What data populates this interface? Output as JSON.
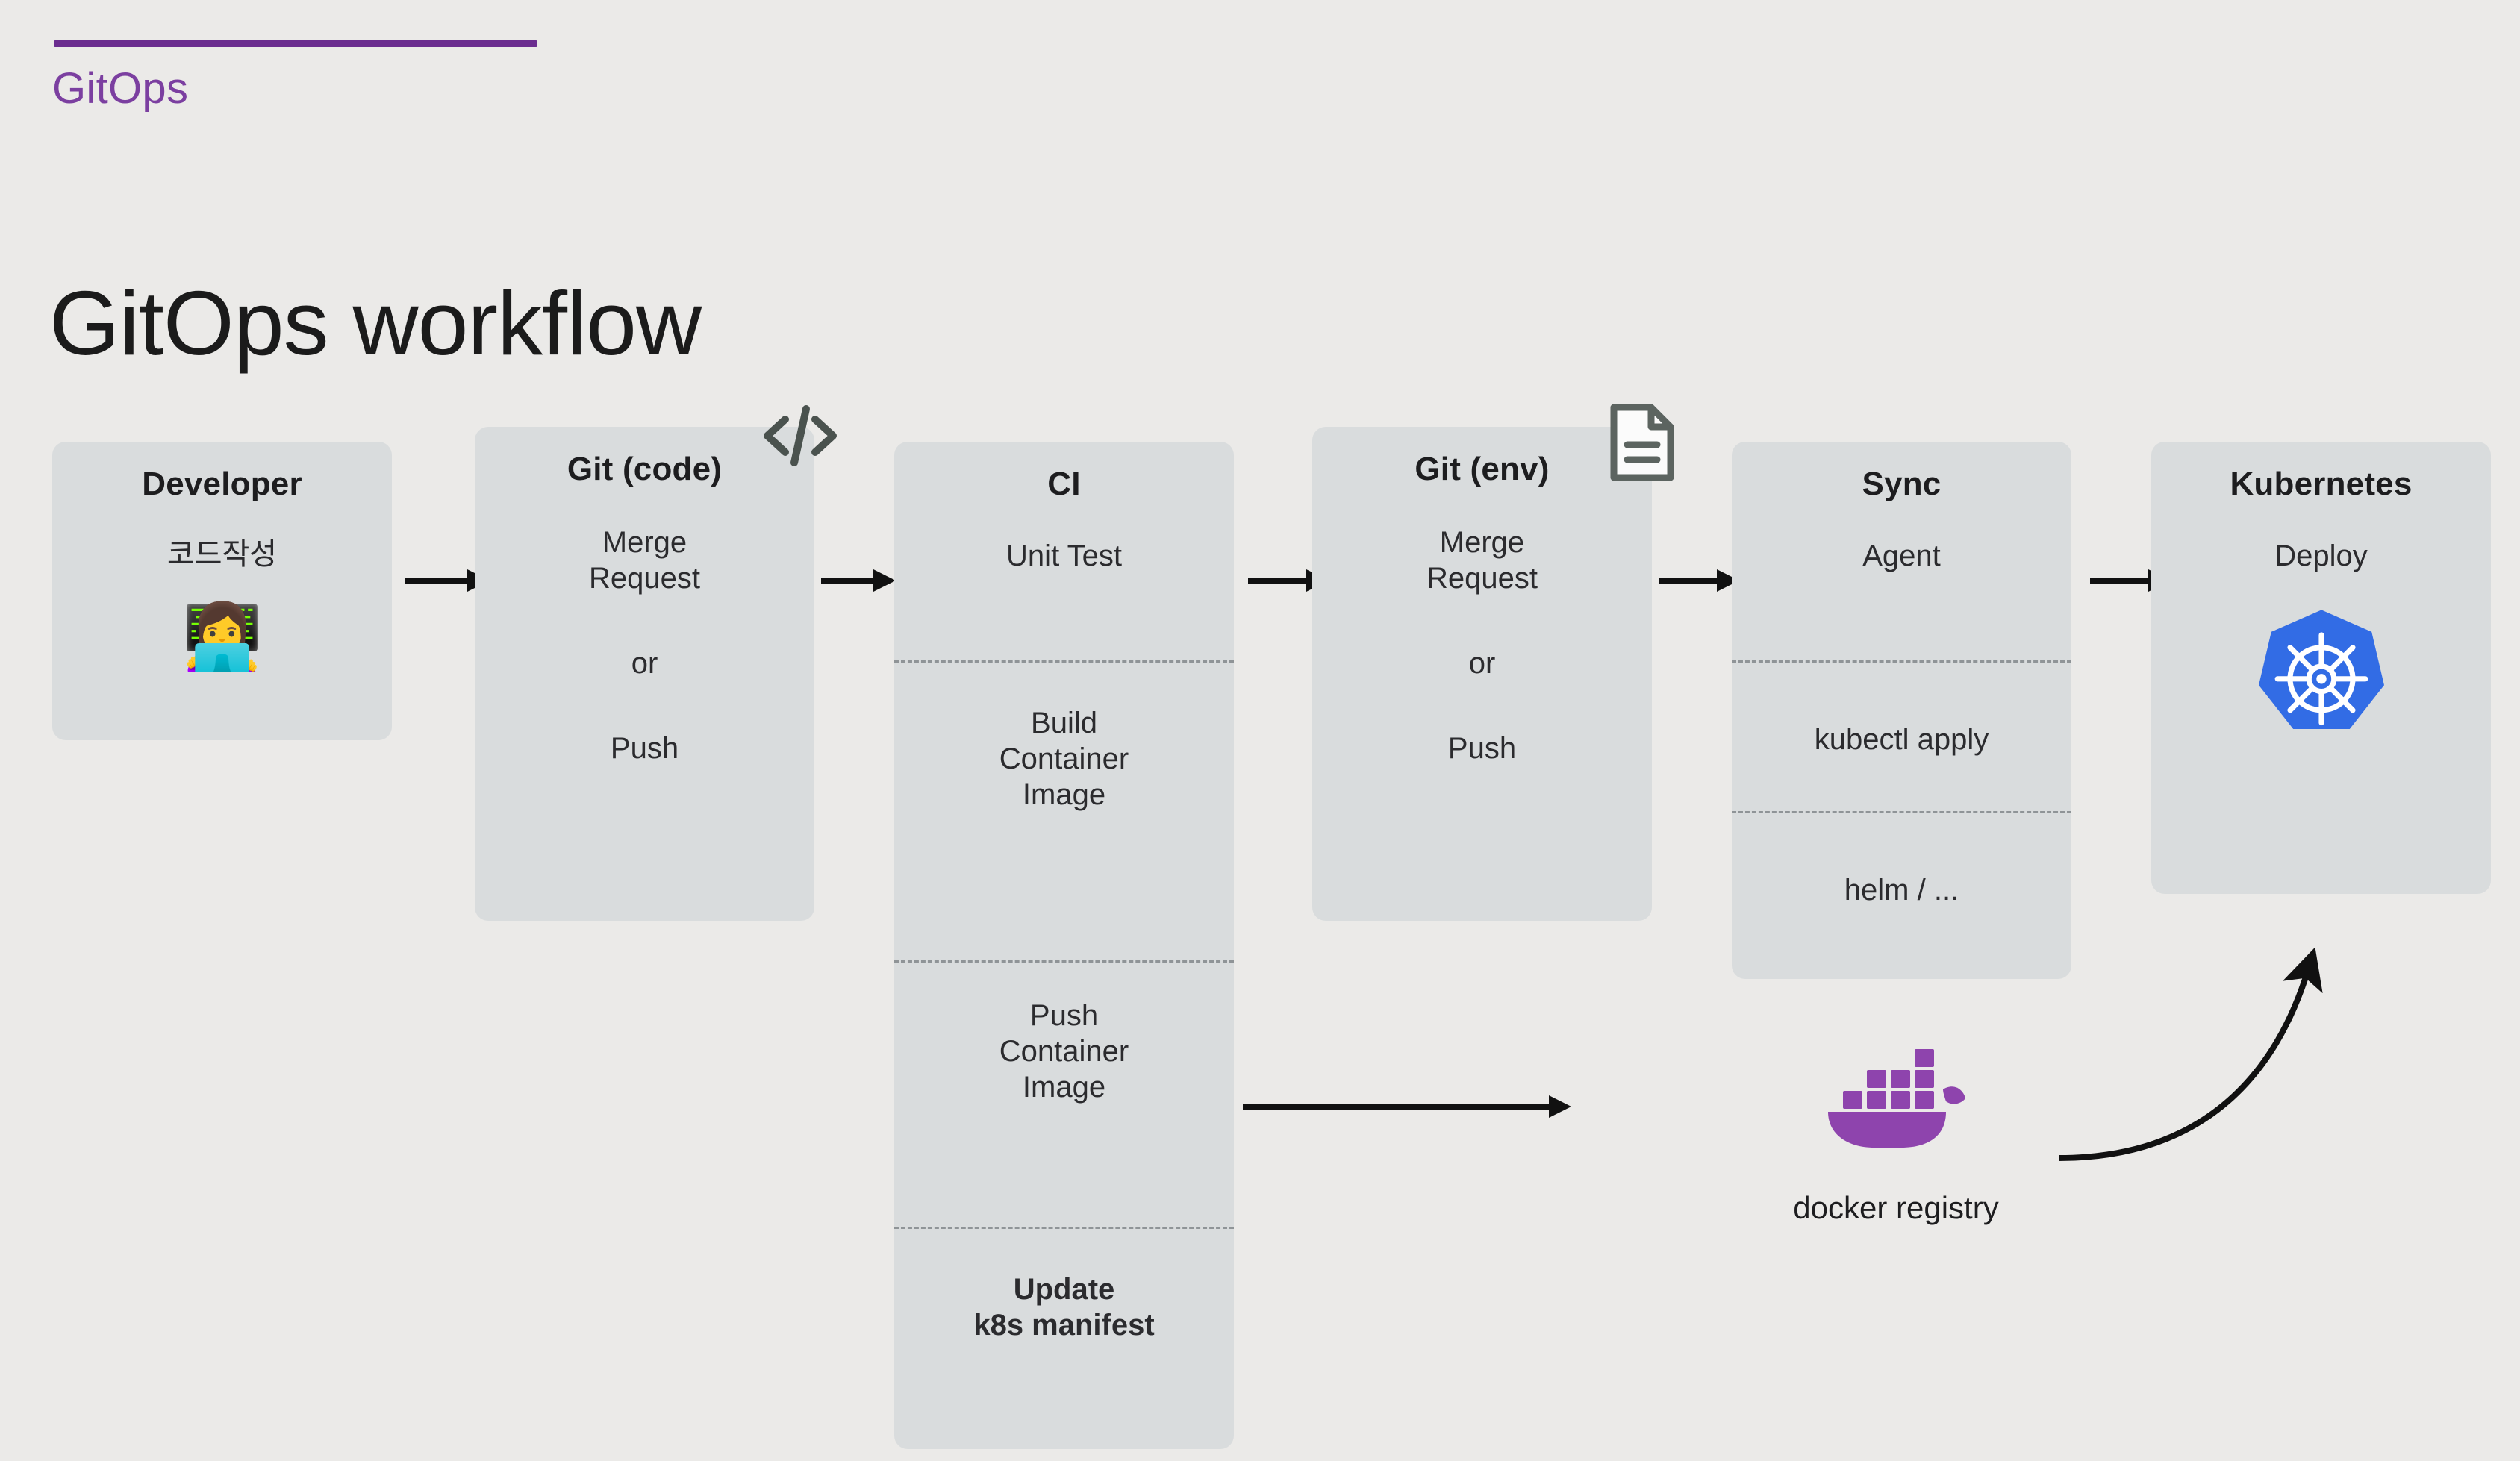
{
  "header": {
    "eyebrow": "GitOps",
    "title": "GitOps workflow",
    "accent_color": "#6b2d8f"
  },
  "colors": {
    "page_background": "#ebeae8",
    "node_background": "#d9dcdd",
    "accent_purple": "#6b2d8f",
    "eyebrow_purple": "#7b3fa0",
    "docker_purple": "#8e44ad",
    "kubernetes_blue": "#326ce5",
    "arrow_black": "#111111",
    "dashed_separator": "#8f9497",
    "code_icon_gray": "#4a524e",
    "doc_icon_gray": "#5c6460"
  },
  "nodes": [
    {
      "id": "developer",
      "title": "Developer",
      "lines": [
        "코드작성"
      ],
      "emoji": "👩‍💻",
      "emoji_name": "woman-technologist-emoji"
    },
    {
      "id": "git-code",
      "title": "Git (code)",
      "lines": [
        "Merge",
        "Request",
        "",
        "or",
        "",
        "Push"
      ],
      "badge_icon": "code-brackets-icon"
    },
    {
      "id": "ci",
      "title": "CI",
      "segments": [
        {
          "lines": [
            "Unit Test"
          ],
          "bold": false
        },
        {
          "lines": [
            "Build",
            "Container",
            "Image"
          ],
          "bold": false
        },
        {
          "lines": [
            "Push",
            "Container",
            "Image"
          ],
          "bold": false
        },
        {
          "lines": [
            "Update",
            "k8s manifest"
          ],
          "bold": true
        }
      ]
    },
    {
      "id": "git-env",
      "title": "Git (env)",
      "lines": [
        "Merge",
        "Request",
        "",
        "or",
        "",
        "Push"
      ],
      "badge_icon": "document-icon"
    },
    {
      "id": "sync",
      "title": "Sync",
      "segments": [
        {
          "lines": [
            "Agent"
          ],
          "bold": false
        },
        {
          "lines": [
            "kubectl apply"
          ],
          "bold": false
        },
        {
          "lines": [
            "helm / ..."
          ],
          "bold": false
        }
      ]
    },
    {
      "id": "kubernetes",
      "title": "Kubernetes",
      "lines": [
        "Deploy"
      ],
      "logo": "kubernetes-logo"
    }
  ],
  "registry": {
    "label": "docker registry",
    "logo": "docker-whale-logo"
  },
  "arrows": [
    {
      "id": "developer-to-git-code",
      "kind": "straight"
    },
    {
      "id": "git-code-to-ci",
      "kind": "straight"
    },
    {
      "id": "ci-to-git-env",
      "kind": "straight"
    },
    {
      "id": "git-env-to-sync",
      "kind": "straight"
    },
    {
      "id": "sync-to-kubernetes",
      "kind": "straight"
    },
    {
      "id": "ci-push-image-to-registry",
      "kind": "straight-long"
    },
    {
      "id": "registry-to-kubernetes",
      "kind": "curved"
    }
  ]
}
